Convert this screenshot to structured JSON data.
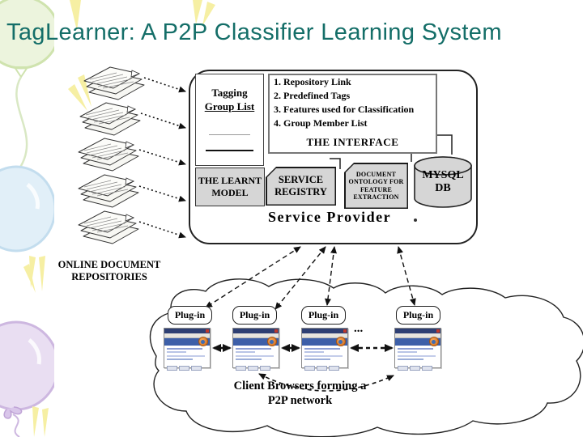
{
  "title": "TagLearner: A P2P Classifier Learning System",
  "left_panel": {
    "repositories_label": [
      "ONLINE DOCUMENT",
      "REPOSITORIES"
    ],
    "document_stack_count": 5
  },
  "service_provider": {
    "caption": "Service Provider",
    "tagging_box": [
      "Tagging",
      "Group List"
    ],
    "interface_box": {
      "items": [
        "1. Repository Link",
        "2. Predefined Tags",
        "3. Features used for Classification",
        "4. Group Member List"
      ],
      "caption": "THE INTERFACE"
    },
    "learnt_model": "THE LEARNT MODEL",
    "service_registry": "SERVICE REGISTRY",
    "document_ontology": "DOCUMENT ONTOLOGY FOR FEATURE EXTRACTION",
    "mysql_db": [
      "MYSQL",
      "DB"
    ]
  },
  "cloud": {
    "plugins": [
      "Plug-in",
      "Plug-in",
      "Plug-in",
      "Plug-in"
    ],
    "ellipsis": "...",
    "caption": [
      "Client Browsers forming a",
      "P2P network"
    ]
  },
  "icons": {
    "document_stack": "tilted-paper-stack",
    "database": "gray-cylinder",
    "firefox_logo": "orange-globe-circle",
    "close_button": "red-square",
    "cloud": "hand-drawn-cloud-outline",
    "balloons": [
      "green",
      "blue",
      "purple"
    ],
    "sparkle": "yellow-rays"
  },
  "colors": {
    "title_teal": "#146e68",
    "box_fill_gray": "#d6d6d6",
    "outline_black": "#222222",
    "browser_titlebar_blue": "#2e3f73",
    "browser_band_blue": "#3d5fa8",
    "firefox_orange": "#d06818",
    "balloon_green": "#ecf4dd",
    "balloon_blue": "#e1eff8",
    "balloon_purple": "#e9def2",
    "sparkle_yellow": "#f6efa3"
  }
}
